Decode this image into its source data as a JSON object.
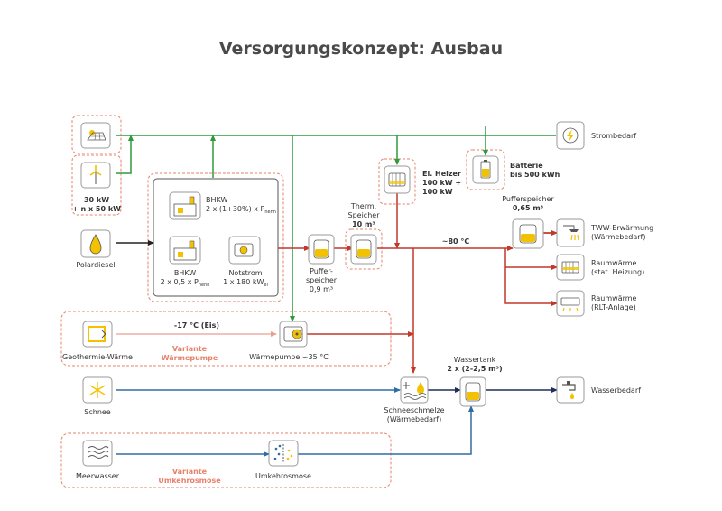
{
  "title": "Versorgungskonzept: Ausbau",
  "labels": {
    "wind": [
      "30 kW",
      "+ n x 50 kW"
    ],
    "polardiesel": "Polardiesel",
    "bhkw1": [
      "BHKW",
      "2 x (1+30%) x P",
      "nenn"
    ],
    "bhkw2": [
      "BHKW",
      "2 x 0,5 x P",
      "nenn"
    ],
    "notstrom": [
      "Notstrom",
      "1 x 180 kW",
      "el"
    ],
    "pufferspeicher_small": [
      "Puffer-",
      "speicher",
      "0,9 m³"
    ],
    "therm_speicher": [
      "Therm.",
      "Speicher",
      "10 m³"
    ],
    "el_heizer": [
      "El. Heizer",
      "100 kW +",
      "100 kW"
    ],
    "batterie": [
      "Batterie",
      "bis 500 kWh"
    ],
    "strombedarf": "Strombedarf",
    "pufferspeicher_large": [
      "Pufferspeicher",
      "0,65 m³"
    ],
    "temp_80": "~80 °C",
    "tww": [
      "TWW-Erwärmung",
      "(Wärmebedarf)"
    ],
    "raumwaerme1": [
      "Raumwärme",
      "(stat. Heizung)"
    ],
    "raumwaerme2": [
      "Raumwärme",
      "(RLT-Anlage)"
    ],
    "geothermie": "Geothermie-Wärme",
    "temp_eis": "-17 °C (Eis)",
    "variant_wp": [
      "Variante",
      "Wärmepumpe"
    ],
    "waermepumpe": "Wärmepumpe ~35 °C",
    "schnee": "Schnee",
    "schneeschmelze": [
      "Schneeschmelze",
      "(Wärmebedarf)"
    ],
    "wassertank": [
      "Wassertank",
      "2 x (2-2,5 m³)"
    ],
    "wasserbedarf": "Wasserbedarf",
    "meerwasser": "Meerwasser",
    "variant_uo": [
      "Variante",
      "Umkehrosmose"
    ],
    "umkehrosmose": "Umkehrosmose"
  },
  "colors": {
    "electric": "#2e9a3a",
    "heat": "#c0392b",
    "cold": "#2e6da4",
    "water": "#1f2f5a",
    "fuel": "#222222",
    "variant": "#e6826b",
    "icon_yellow": "#f2c200"
  },
  "icons": [
    "solar-panel-icon",
    "wind-turbine-icon",
    "fuel-drop-icon",
    "chp-plant-icon",
    "generator-icon",
    "tank-icon",
    "heater-icon",
    "battery-icon",
    "power-plug-icon",
    "shower-icon",
    "radiator-icon",
    "air-conditioner-icon",
    "geothermal-icon",
    "heat-pump-icon",
    "snowflake-icon",
    "snow-melt-icon",
    "water-tap-icon",
    "waves-icon",
    "reverse-osmosis-icon"
  ]
}
